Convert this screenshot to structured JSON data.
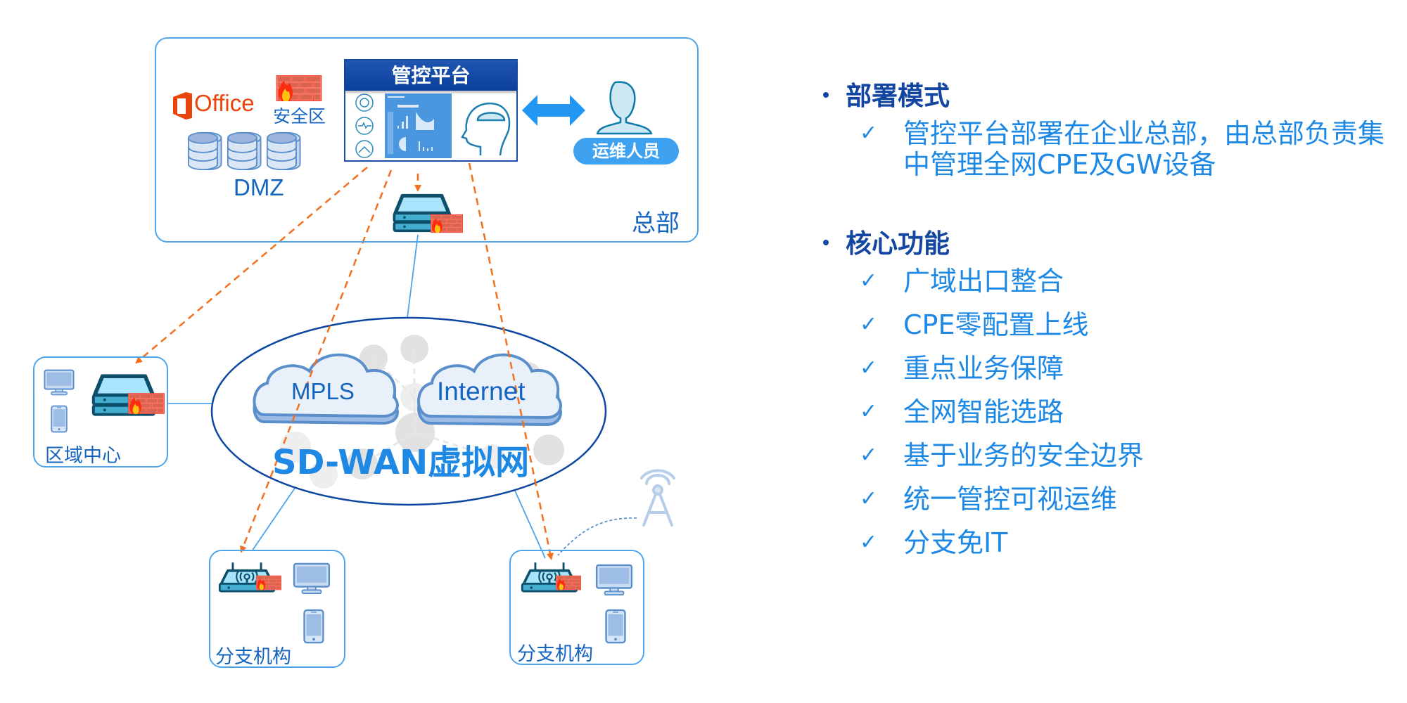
{
  "diagram": {
    "hq": {
      "label": "总部",
      "office_label": "Office",
      "security_zone_label": "安全区",
      "dmz_label": "DMZ",
      "platform_title": "管控平台",
      "operator_label": "运维人员"
    },
    "network": {
      "title": "SD-WAN虚拟网",
      "clouds": [
        "MPLS",
        "Internet"
      ]
    },
    "region": {
      "label": "区域中心"
    },
    "branches": [
      {
        "label": "分支机构"
      },
      {
        "label": "分支机构"
      }
    ],
    "colors": {
      "box_border": "#4ea4ea",
      "dashed_link": "#f26f1e",
      "solid_link": "#4ea4ea",
      "ellipse": "#0d47a1",
      "label_blue": "#1565c0"
    }
  },
  "panel": {
    "sections": [
      {
        "heading": "部署模式",
        "items": [
          "管控平台部署在企业总部，由总部负责集中管理全网CPE及GW设备"
        ]
      },
      {
        "heading": "核心功能",
        "items": [
          "广域出口整合",
          "CPE零配置上线",
          "重点业务保障",
          "全网智能选路",
          "基于业务的安全边界",
          "统一管控可视运维",
          "分支免IT"
        ]
      }
    ],
    "check_glyph": "✓",
    "colors": {
      "heading": "#1346a0",
      "item": "#1e88e5"
    }
  }
}
